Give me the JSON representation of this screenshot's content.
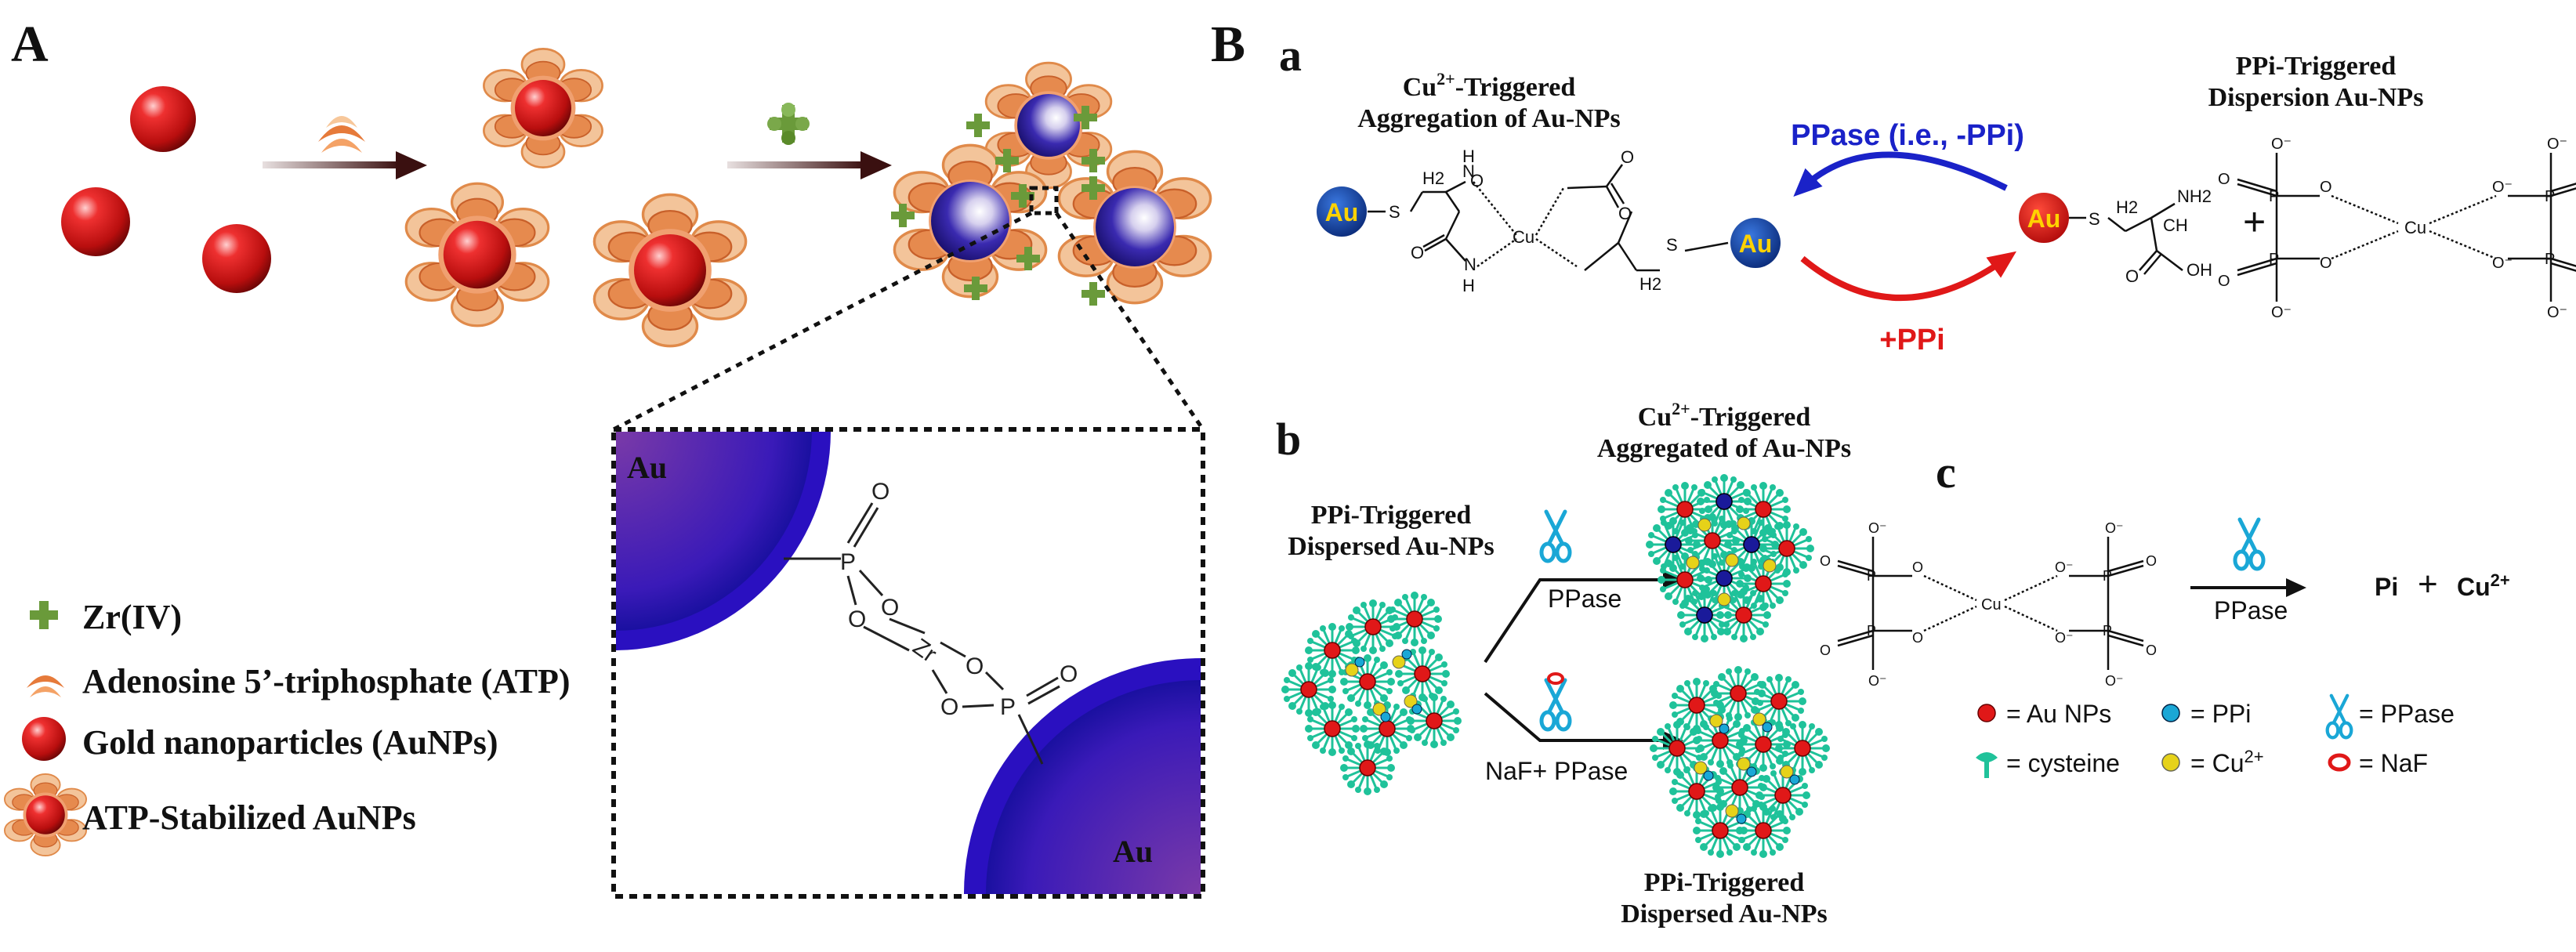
{
  "panel_A": {
    "label": "A",
    "legend": [
      {
        "icon": "zr-cross-icon",
        "text": "Zr(IV)"
      },
      {
        "icon": "atp-arc-icon",
        "text": "Adenosine 5’-triphosphate (ATP)"
      },
      {
        "icon": "gold-sphere-icon",
        "text": "Gold nanoparticles (AuNPs)"
      },
      {
        "icon": "atp-aunp-icon",
        "text": "ATP-Stabilized AuNPs"
      }
    ],
    "zoom": {
      "au_top": "Au",
      "au_bottom": "Au",
      "p": "P",
      "zr": "Zr",
      "o": "O"
    }
  },
  "panel_B": {
    "label": "B",
    "a": {
      "label": "a",
      "left_title_1": "Cu",
      "left_title_sup": "2+",
      "left_title_2": "-Triggered",
      "left_title_line2": "Aggregation of Au-NPs",
      "right_title_line1": "PPi-Triggered",
      "right_title_line2": "Dispersion Au-NPs",
      "arrow_top": "PPase (i.e., -PPi)",
      "arrow_bottom": "+PPi",
      "au": "Au",
      "plus": "+",
      "cu": "Cu",
      "h2": "H2",
      "nh2": "NH2",
      "oh": "OH",
      "h": "H",
      "n": "N",
      "s": "S"
    },
    "b": {
      "label": "b",
      "left_title_line1": "PPi-Triggered",
      "left_title_line2": "Dispersed Au-NPs",
      "top_title_1": "Cu",
      "top_title_sup": "2+",
      "top_title_2": "-Triggered",
      "top_title_line2": "Aggregated of Au-NPs",
      "bottom_title_line1": "PPi-Triggered",
      "bottom_title_line2": "Dispersed Au-NPs",
      "arrow_top": "PPase",
      "arrow_bottom": "NaF+ PPase"
    },
    "c": {
      "label": "c",
      "arrow": "PPase",
      "product_pi": "Pi",
      "product_plus": "+",
      "product_cu": "Cu",
      "product_cu_sup": "2+",
      "legend": [
        {
          "icon": "au-dot-icon",
          "text": "= Au NPs",
          "color": "#e01818"
        },
        {
          "icon": "ppi-dot-icon",
          "text": "= PPi",
          "color": "#1aa7d6"
        },
        {
          "icon": "scissors-icon",
          "text": "= PPase",
          "color": "#1aa7d6"
        },
        {
          "icon": "cysteine-icon",
          "text": "= cysteine",
          "color": "#1fc29a"
        },
        {
          "icon": "cu-dot-icon",
          "text": "= Cu",
          "sup": "2+",
          "color": "#e6d219"
        },
        {
          "icon": "naf-ring-icon",
          "text": "= NaF",
          "color": "#e01818"
        }
      ]
    }
  },
  "colors": {
    "gold_red": "#d01818",
    "atp_orange": "#e07a3a",
    "zr_green": "#6a9a3a",
    "au_blue": "#2a1ab0",
    "arrow_blue": "#1a22c8",
    "arrow_red": "#e01818",
    "teal": "#1fc29a"
  }
}
